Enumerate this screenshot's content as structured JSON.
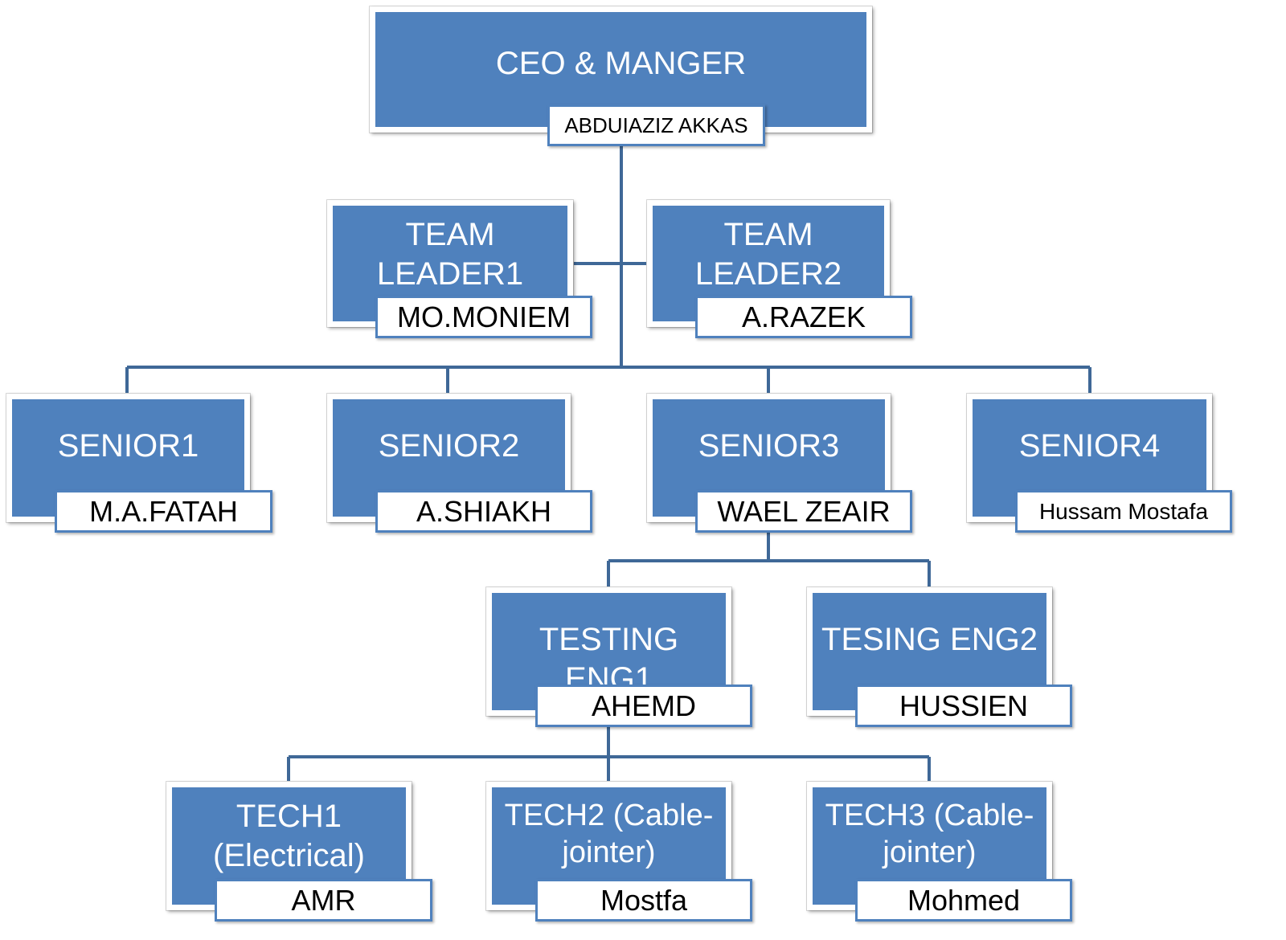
{
  "colors": {
    "node_fill": "#4f81bd",
    "connector": "#3f6897",
    "name_border": "#4f81bd",
    "role_text": "#ffffff",
    "name_text": "#000000"
  },
  "nodes": {
    "ceo": {
      "role": "CEO & MANGER",
      "name": "ABDUIAZIZ AKKAS"
    },
    "leader1": {
      "role": "TEAM LEADER1",
      "name": "MO.MONIEM"
    },
    "leader2": {
      "role": "TEAM LEADER2",
      "name": "A.RAZEK"
    },
    "senior1": {
      "role": "SENIOR1",
      "name": "M.A.FATAH"
    },
    "senior2": {
      "role": "SENIOR2",
      "name": "A.SHIAKH"
    },
    "senior3": {
      "role": "SENIOR3",
      "name": "WAEL ZEAIR"
    },
    "senior4": {
      "role": "SENIOR4",
      "name": "Hussam Mostafa"
    },
    "testing1": {
      "role": "TESTING ENG1",
      "name": "AHEMD"
    },
    "testing2": {
      "role": "TESING ENG2",
      "name": "HUSSIEN"
    },
    "tech1": {
      "role": "TECH1 (Electrical)",
      "name": "AMR"
    },
    "tech2": {
      "role": "TECH2 (Cable-jointer)",
      "name": "Mostfa"
    },
    "tech3": {
      "role": "TECH3 (Cable-jointer)",
      "name": "Mohmed"
    }
  }
}
